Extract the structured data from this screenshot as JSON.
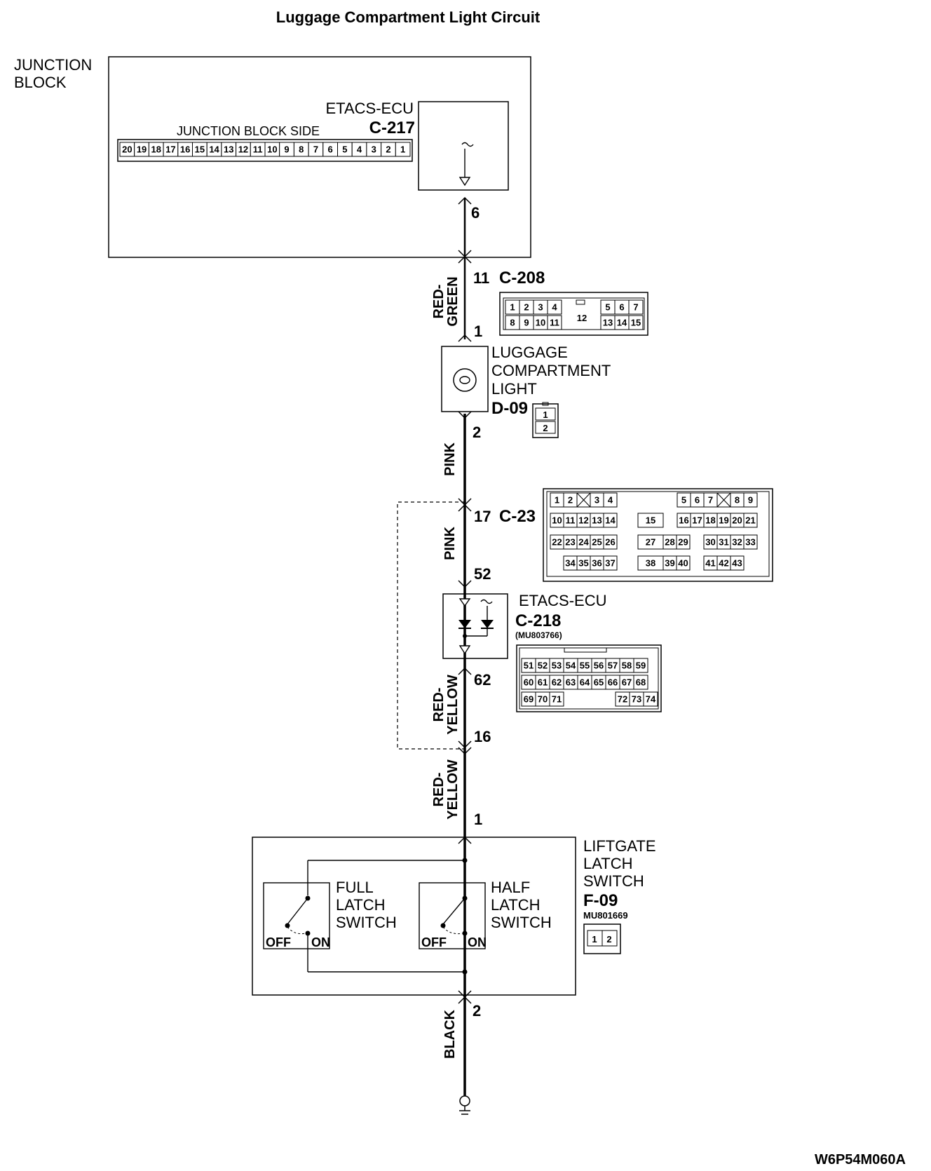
{
  "title": "Luggage Compartment Light Circuit",
  "junction_block": {
    "label_line1": "JUNCTION",
    "label_line2": "BLOCK",
    "side_label": "JUNCTION BLOCK SIDE",
    "pins": [
      "20",
      "19",
      "18",
      "17",
      "16",
      "15",
      "14",
      "13",
      "12",
      "11",
      "10",
      "9",
      "8",
      "7",
      "6",
      "5",
      "4",
      "3",
      "2",
      "1"
    ]
  },
  "etacs_top": {
    "name": "ETACS-ECU",
    "connector": "C-217",
    "pin": "6"
  },
  "c208": {
    "connector": "C-208",
    "pin_in": "11",
    "pin_out": "1",
    "wire": [
      "RED-",
      "GREEN"
    ],
    "row1": [
      "1",
      "2",
      "3",
      "4",
      "12",
      "5",
      "6",
      "7"
    ],
    "row2": [
      "8",
      "9",
      "10",
      "11",
      "13",
      "14",
      "15"
    ]
  },
  "luggage_light": {
    "line1": "LUGGAGE",
    "line2": "COMPARTMENT",
    "line3": "LIGHT",
    "connector": "D-09",
    "pin_out": "2",
    "pins": [
      "1",
      "2"
    ]
  },
  "wire_pink_1": "PINK",
  "c23": {
    "connector": "C-23",
    "pin": "17",
    "rows": [
      [
        "1",
        "2",
        "3",
        "4",
        "5",
        "6",
        "7",
        "8",
        "9"
      ],
      [
        "10",
        "11",
        "12",
        "13",
        "14",
        "15",
        "16",
        "17",
        "18",
        "19",
        "20",
        "21"
      ],
      [
        "22",
        "23",
        "24",
        "25",
        "26",
        "27",
        "28",
        "29",
        "30",
        "31",
        "32",
        "33"
      ],
      [
        "34",
        "35",
        "36",
        "37",
        "38",
        "39",
        "40",
        "41",
        "42",
        "43"
      ]
    ]
  },
  "wire_pink_2": "PINK",
  "etacs_bottom": {
    "name": "ETACS-ECU",
    "connector": "C-218",
    "part": "(MU803766)",
    "pin_in": "52",
    "pin_out": "62",
    "rows": [
      [
        "51",
        "52",
        "53",
        "54",
        "55",
        "56",
        "57",
        "58",
        "59"
      ],
      [
        "60",
        "61",
        "62",
        "63",
        "64",
        "65",
        "66",
        "67",
        "68"
      ],
      [
        "69",
        "70",
        "71",
        "72",
        "73",
        "74"
      ]
    ]
  },
  "wire_red_yellow_1": [
    "RED-",
    "YELLOW"
  ],
  "junction_pin": "16",
  "wire_red_yellow_2": [
    "RED-",
    "YELLOW"
  ],
  "liftgate": {
    "line1": "LIFTGATE",
    "line2": "LATCH",
    "line3": "SWITCH",
    "connector": "F-09",
    "part": "MU801669",
    "pin_in": "1",
    "pin_out": "2",
    "pins": [
      "1",
      "2"
    ]
  },
  "full_latch": {
    "line1": "FULL",
    "line2": "LATCH",
    "line3": "SWITCH",
    "off": "OFF",
    "on": "ON"
  },
  "half_latch": {
    "line1": "HALF",
    "line2": "LATCH",
    "line3": "SWITCH",
    "off": "OFF",
    "on": "ON"
  },
  "wire_black": "BLACK",
  "figure_code": "W6P54M060A"
}
